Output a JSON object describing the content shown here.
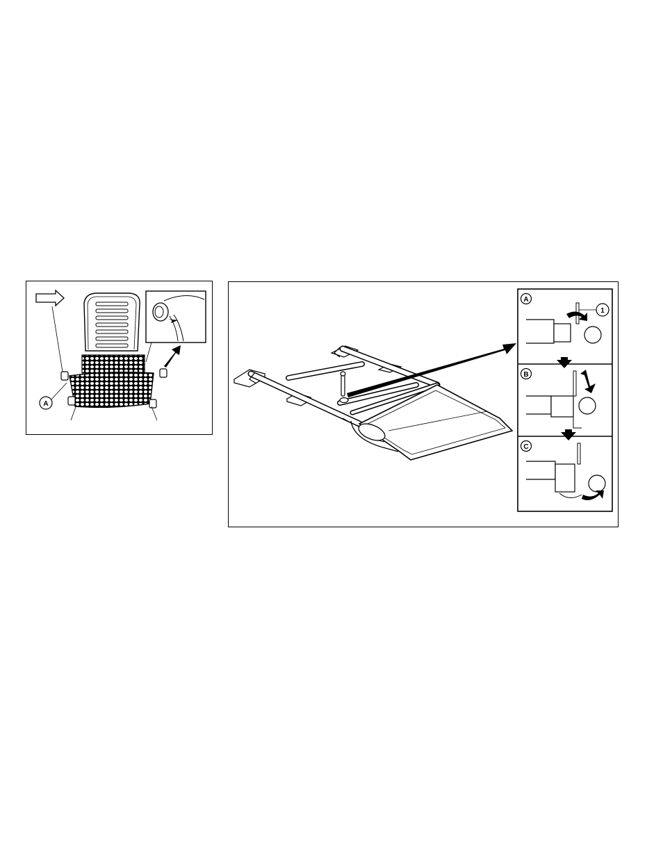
{
  "figure_left": {
    "callouts": {
      "a": "A"
    }
  },
  "figure_right": {
    "steps": {
      "a": "A",
      "b": "B",
      "c": "C"
    },
    "callout_1": "1"
  }
}
